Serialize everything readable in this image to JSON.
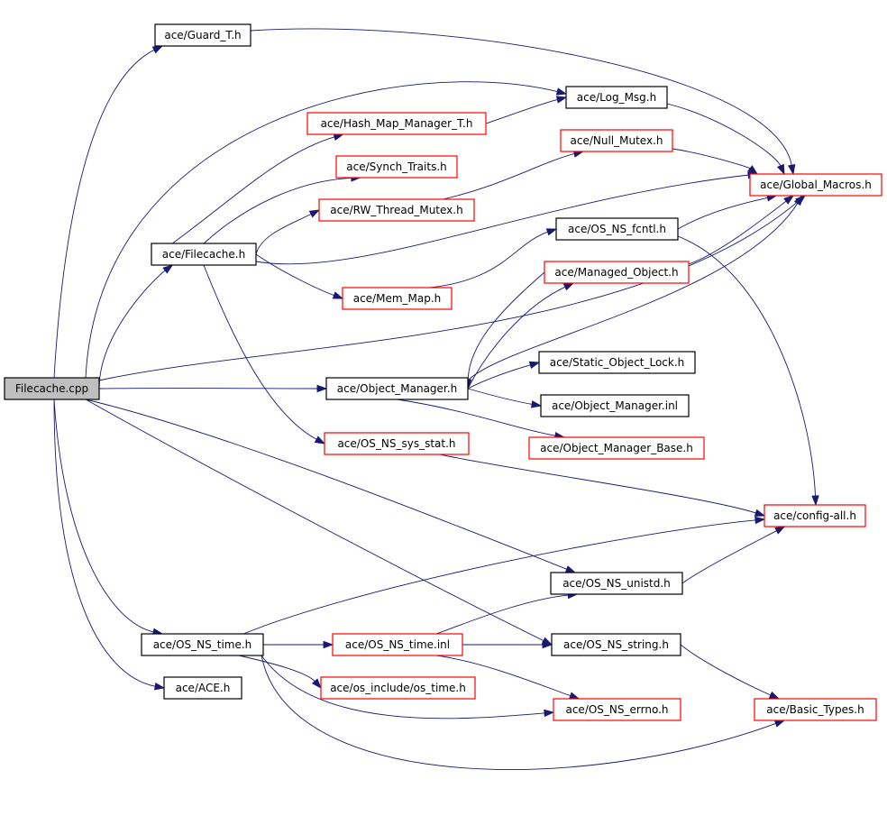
{
  "colors": {
    "edge": "#191970",
    "root_fill": "#bfbfbf",
    "normal_border": "#000000",
    "linked_border": "#ff0000"
  },
  "nodes": [
    {
      "id": "filecache_cpp",
      "label": "Filecache.cpp",
      "kind": "root"
    },
    {
      "id": "guard_t",
      "label": "ace/Guard_T.h",
      "kind": "normal"
    },
    {
      "id": "log_msg",
      "label": "ace/Log_Msg.h",
      "kind": "normal"
    },
    {
      "id": "hash_map",
      "label": "ace/Hash_Map_Manager_T.h",
      "kind": "linked"
    },
    {
      "id": "null_mutex",
      "label": "ace/Null_Mutex.h",
      "kind": "linked"
    },
    {
      "id": "synch_traits",
      "label": "ace/Synch_Traits.h",
      "kind": "linked"
    },
    {
      "id": "global_macros",
      "label": "ace/Global_Macros.h",
      "kind": "linked"
    },
    {
      "id": "rw_thread_mutex",
      "label": "ace/RW_Thread_Mutex.h",
      "kind": "linked"
    },
    {
      "id": "os_ns_fcntl",
      "label": "ace/OS_NS_fcntl.h",
      "kind": "normal"
    },
    {
      "id": "filecache_h",
      "label": "ace/Filecache.h",
      "kind": "normal"
    },
    {
      "id": "managed_object",
      "label": "ace/Managed_Object.h",
      "kind": "linked"
    },
    {
      "id": "mem_map",
      "label": "ace/Mem_Map.h",
      "kind": "linked"
    },
    {
      "id": "static_object_lock",
      "label": "ace/Static_Object_Lock.h",
      "kind": "normal"
    },
    {
      "id": "object_manager_h",
      "label": "ace/Object_Manager.h",
      "kind": "normal"
    },
    {
      "id": "object_manager_inl",
      "label": "ace/Object_Manager.inl",
      "kind": "normal"
    },
    {
      "id": "os_ns_sys_stat",
      "label": "ace/OS_NS_sys_stat.h",
      "kind": "linked"
    },
    {
      "id": "object_manager_base",
      "label": "ace/Object_Manager_Base.h",
      "kind": "linked"
    },
    {
      "id": "config_all",
      "label": "ace/config-all.h",
      "kind": "linked"
    },
    {
      "id": "os_ns_unistd",
      "label": "ace/OS_NS_unistd.h",
      "kind": "normal"
    },
    {
      "id": "os_ns_time_h",
      "label": "ace/OS_NS_time.h",
      "kind": "normal"
    },
    {
      "id": "os_ns_time_inl",
      "label": "ace/OS_NS_time.inl",
      "kind": "linked"
    },
    {
      "id": "os_ns_string",
      "label": "ace/OS_NS_string.h",
      "kind": "normal"
    },
    {
      "id": "ace_h",
      "label": "ace/ACE.h",
      "kind": "normal"
    },
    {
      "id": "os_time",
      "label": "ace/os_include/os_time.h",
      "kind": "linked"
    },
    {
      "id": "os_ns_errno",
      "label": "ace/OS_NS_errno.h",
      "kind": "linked"
    },
    {
      "id": "basic_types",
      "label": "ace/Basic_Types.h",
      "kind": "linked"
    }
  ],
  "edges": [
    {
      "from": "filecache_cpp",
      "to": "guard_t"
    },
    {
      "from": "filecache_cpp",
      "to": "log_msg"
    },
    {
      "from": "filecache_cpp",
      "to": "filecache_h"
    },
    {
      "from": "filecache_cpp",
      "to": "object_manager_h"
    },
    {
      "from": "filecache_cpp",
      "to": "global_macros"
    },
    {
      "from": "filecache_cpp",
      "to": "os_ns_unistd"
    },
    {
      "from": "filecache_cpp",
      "to": "os_ns_string"
    },
    {
      "from": "filecache_cpp",
      "to": "os_ns_time_h"
    },
    {
      "from": "filecache_cpp",
      "to": "ace_h"
    },
    {
      "from": "guard_t",
      "to": "global_macros"
    },
    {
      "from": "log_msg",
      "to": "global_macros"
    },
    {
      "from": "hash_map",
      "to": "log_msg"
    },
    {
      "from": "null_mutex",
      "to": "global_macros"
    },
    {
      "from": "rw_thread_mutex",
      "to": "null_mutex"
    },
    {
      "from": "os_ns_fcntl",
      "to": "global_macros"
    },
    {
      "from": "os_ns_fcntl",
      "to": "config_all"
    },
    {
      "from": "filecache_h",
      "to": "hash_map"
    },
    {
      "from": "filecache_h",
      "to": "synch_traits"
    },
    {
      "from": "filecache_h",
      "to": "rw_thread_mutex"
    },
    {
      "from": "filecache_h",
      "to": "global_macros"
    },
    {
      "from": "filecache_h",
      "to": "mem_map"
    },
    {
      "from": "filecache_h",
      "to": "os_ns_sys_stat"
    },
    {
      "from": "managed_object",
      "to": "global_macros"
    },
    {
      "from": "managed_object",
      "to": "object_manager_h"
    },
    {
      "from": "mem_map",
      "to": "os_ns_fcntl"
    },
    {
      "from": "object_manager_h",
      "to": "managed_object"
    },
    {
      "from": "object_manager_h",
      "to": "static_object_lock"
    },
    {
      "from": "object_manager_h",
      "to": "object_manager_inl"
    },
    {
      "from": "object_manager_h",
      "to": "object_manager_base"
    },
    {
      "from": "object_manager_h",
      "to": "global_macros"
    },
    {
      "from": "os_ns_sys_stat",
      "to": "config_all"
    },
    {
      "from": "os_ns_unistd",
      "to": "config_all"
    },
    {
      "from": "os_ns_time_h",
      "to": "config_all"
    },
    {
      "from": "os_ns_time_h",
      "to": "os_ns_time_inl"
    },
    {
      "from": "os_ns_time_h",
      "to": "os_time"
    },
    {
      "from": "os_ns_time_h",
      "to": "os_ns_errno"
    },
    {
      "from": "os_ns_time_h",
      "to": "basic_types"
    },
    {
      "from": "os_ns_time_inl",
      "to": "os_ns_unistd"
    },
    {
      "from": "os_ns_time_inl",
      "to": "os_ns_string"
    },
    {
      "from": "os_ns_time_inl",
      "to": "os_ns_errno"
    },
    {
      "from": "os_ns_string",
      "to": "basic_types"
    }
  ]
}
